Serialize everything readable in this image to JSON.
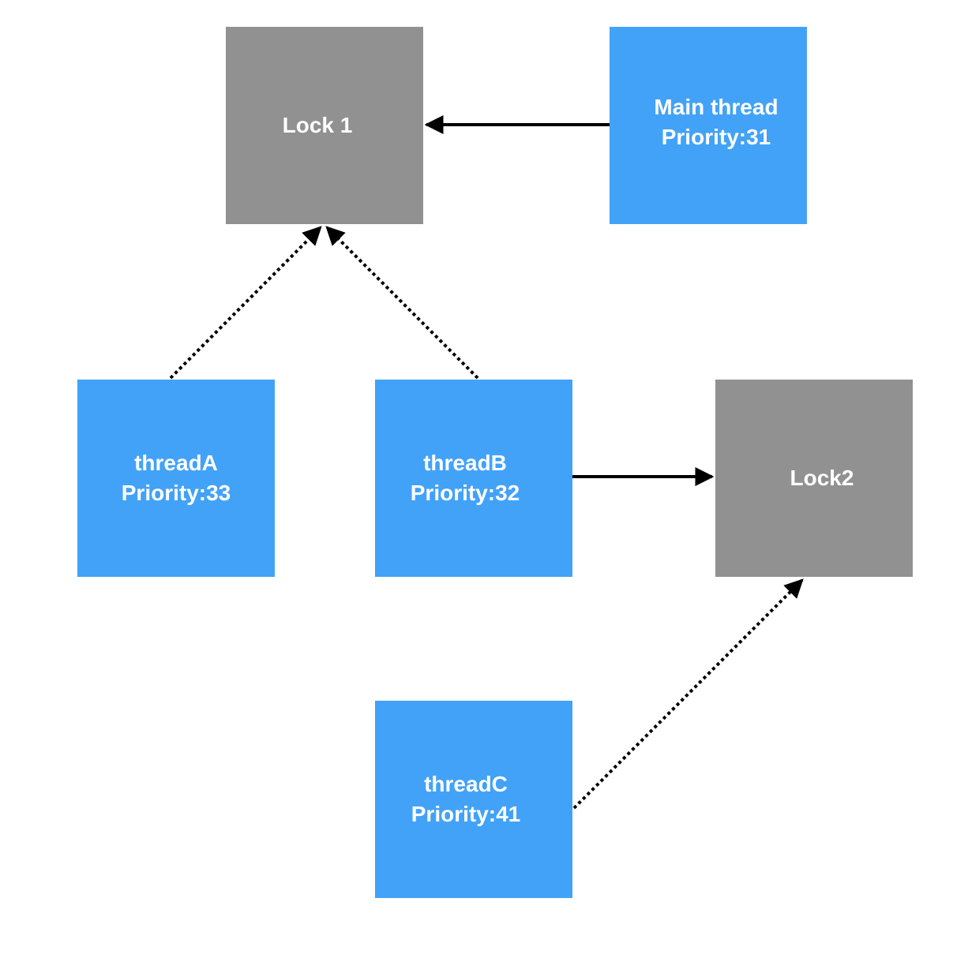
{
  "nodes": {
    "lock1": {
      "lines": [
        "Lock 1"
      ]
    },
    "main_thread": {
      "lines": [
        "Main thread",
        "Priority:31"
      ]
    },
    "threadA": {
      "lines": [
        "threadA",
        "Priority:33"
      ]
    },
    "threadB": {
      "lines": [
        "threadB",
        "Priority:32"
      ]
    },
    "lock2": {
      "lines": [
        "Lock2"
      ]
    },
    "threadC": {
      "lines": [
        "threadC",
        "Priority:41"
      ]
    }
  },
  "edges": [
    {
      "from": "main_thread",
      "to": "lock1",
      "style": "solid"
    },
    {
      "from": "threadA",
      "to": "lock1",
      "style": "dotted"
    },
    {
      "from": "threadB",
      "to": "lock1",
      "style": "dotted"
    },
    {
      "from": "threadB",
      "to": "lock2",
      "style": "solid"
    },
    {
      "from": "threadC",
      "to": "lock2",
      "style": "dotted"
    }
  ],
  "colors": {
    "lock": "#919191",
    "thread": "#42a2f8",
    "text": "#ffffff",
    "edge": "#000000"
  }
}
